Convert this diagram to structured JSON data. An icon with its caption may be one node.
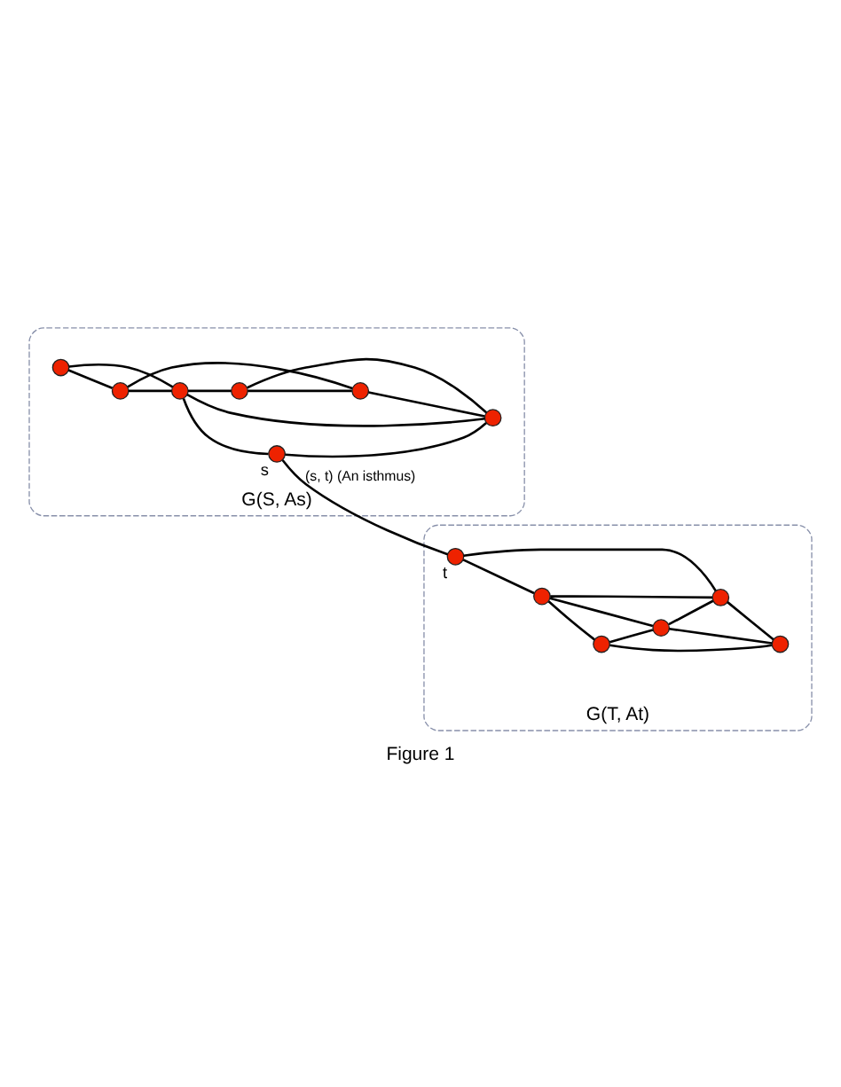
{
  "diagram": {
    "caption": "Figure 1",
    "nodes": [
      {
        "text": [
          "G(S, As)"
        ]
      },
      {
        "text": [],
        "shape": "circle",
        "in": 0
      },
      {
        "text": [],
        "shape": "circle",
        "in": 0
      },
      {
        "text": [],
        "shape": "circle",
        "in": 0
      },
      {
        "text": [],
        "shape": "circle",
        "in": 0,
        "beside": [
          "s"
        ]
      },
      {
        "text": [],
        "shape": "circle",
        "in": 0
      },
      {
        "text": [],
        "shape": "circle",
        "in": 0
      },
      {
        "text": [],
        "shape": "circle",
        "in": 0
      },
      {
        "text": [
          "G(T, At)"
        ]
      },
      {
        "text": [],
        "shape": "circle",
        "in": 8,
        "beside": [
          "t"
        ]
      },
      {
        "text": [],
        "shape": "circle",
        "in": 8
      },
      {
        "text": [],
        "shape": "circle",
        "in": 8
      },
      {
        "text": [],
        "shape": "circle",
        "in": 8
      },
      {
        "text": [],
        "shape": "circle",
        "in": 8
      },
      {
        "text": [],
        "shape": "circle",
        "in": 8
      }
    ],
    "edges": [
      {
        "from": 1,
        "to": 2,
        "arrow": "none"
      },
      {
        "from": 1,
        "to": 3,
        "arrow": "none"
      },
      {
        "from": 2,
        "to": 3,
        "arrow": "none"
      },
      {
        "from": 2,
        "to": 6,
        "arrow": "none"
      },
      {
        "from": 3,
        "to": 4,
        "arrow": "none"
      },
      {
        "from": 3,
        "to": 5,
        "arrow": "none"
      },
      {
        "from": 3,
        "to": 7,
        "arrow": "none"
      },
      {
        "from": 5,
        "to": 6,
        "arrow": "none"
      },
      {
        "from": 5,
        "to": 7,
        "arrow": "none"
      },
      {
        "from": 6,
        "to": 7,
        "arrow": "none"
      },
      {
        "from": 4,
        "to": 7,
        "arrow": "none"
      },
      {
        "from": 4,
        "to": 9,
        "arrow": "none",
        "label": "(s, t) (An isthmus)"
      },
      {
        "from": 9,
        "to": 10,
        "arrow": "none"
      },
      {
        "from": 9,
        "to": 13,
        "arrow": "none"
      },
      {
        "from": 10,
        "to": 11,
        "arrow": "none"
      },
      {
        "from": 10,
        "to": 12,
        "arrow": "none"
      },
      {
        "from": 10,
        "to": 13,
        "arrow": "none"
      },
      {
        "from": 11,
        "to": 12,
        "arrow": "none"
      },
      {
        "from": 11,
        "to": 14,
        "arrow": "none"
      },
      {
        "from": 12,
        "to": 13,
        "arrow": "none"
      },
      {
        "from": 12,
        "to": 14,
        "arrow": "none"
      },
      {
        "from": 13,
        "to": 14,
        "arrow": "none"
      }
    ]
  }
}
